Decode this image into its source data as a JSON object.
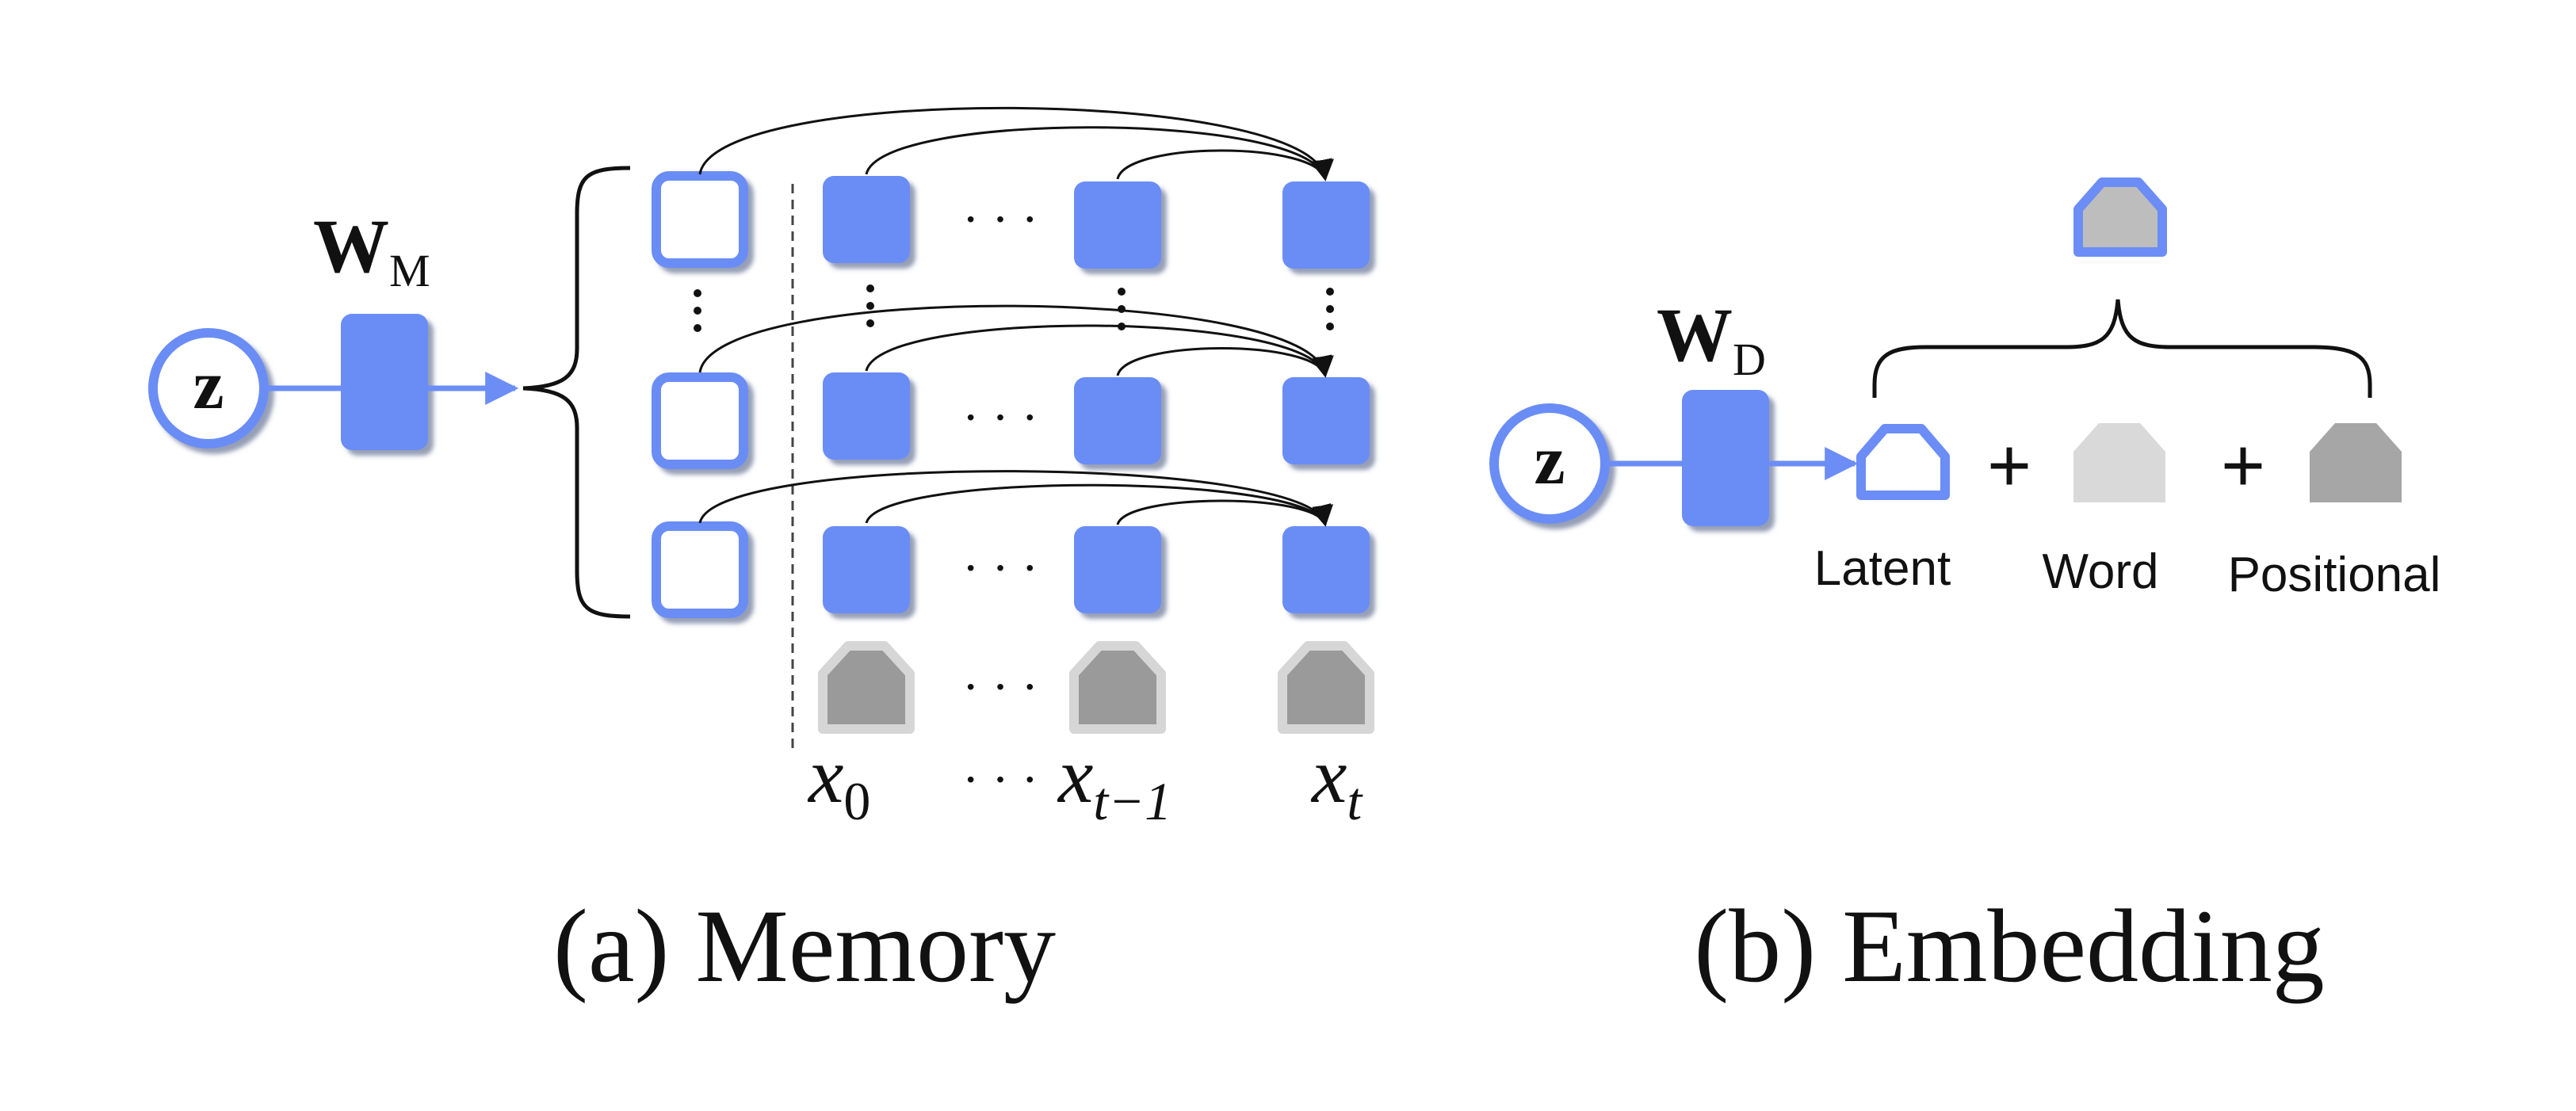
{
  "colors": {
    "blue": "#6b8df5",
    "blue_shadow": "#3f4f7a",
    "light_gray": "#d9d9d9",
    "mid_gray": "#a6a6a6",
    "dark_gray": "#9a9a9a",
    "outline_gray": "#d6d6d6",
    "line": "#111111"
  },
  "panel_a": {
    "caption": "(a) Memory",
    "z_label": "z",
    "w_label": "W",
    "w_subscript": "M",
    "x_labels": [
      {
        "base": "x",
        "sub": "0"
      },
      {
        "base": "x",
        "sub": "t−1"
      },
      {
        "base": "x",
        "sub": "t"
      }
    ],
    "ellipsis": "· · ·",
    "vdots": "⋮"
  },
  "panel_b": {
    "caption": "(b) Embedding",
    "z_label": "z",
    "w_label": "W",
    "w_subscript": "D",
    "plus": "+",
    "labels": {
      "latent": "Latent",
      "word": "Word",
      "positional": "Positional"
    }
  }
}
